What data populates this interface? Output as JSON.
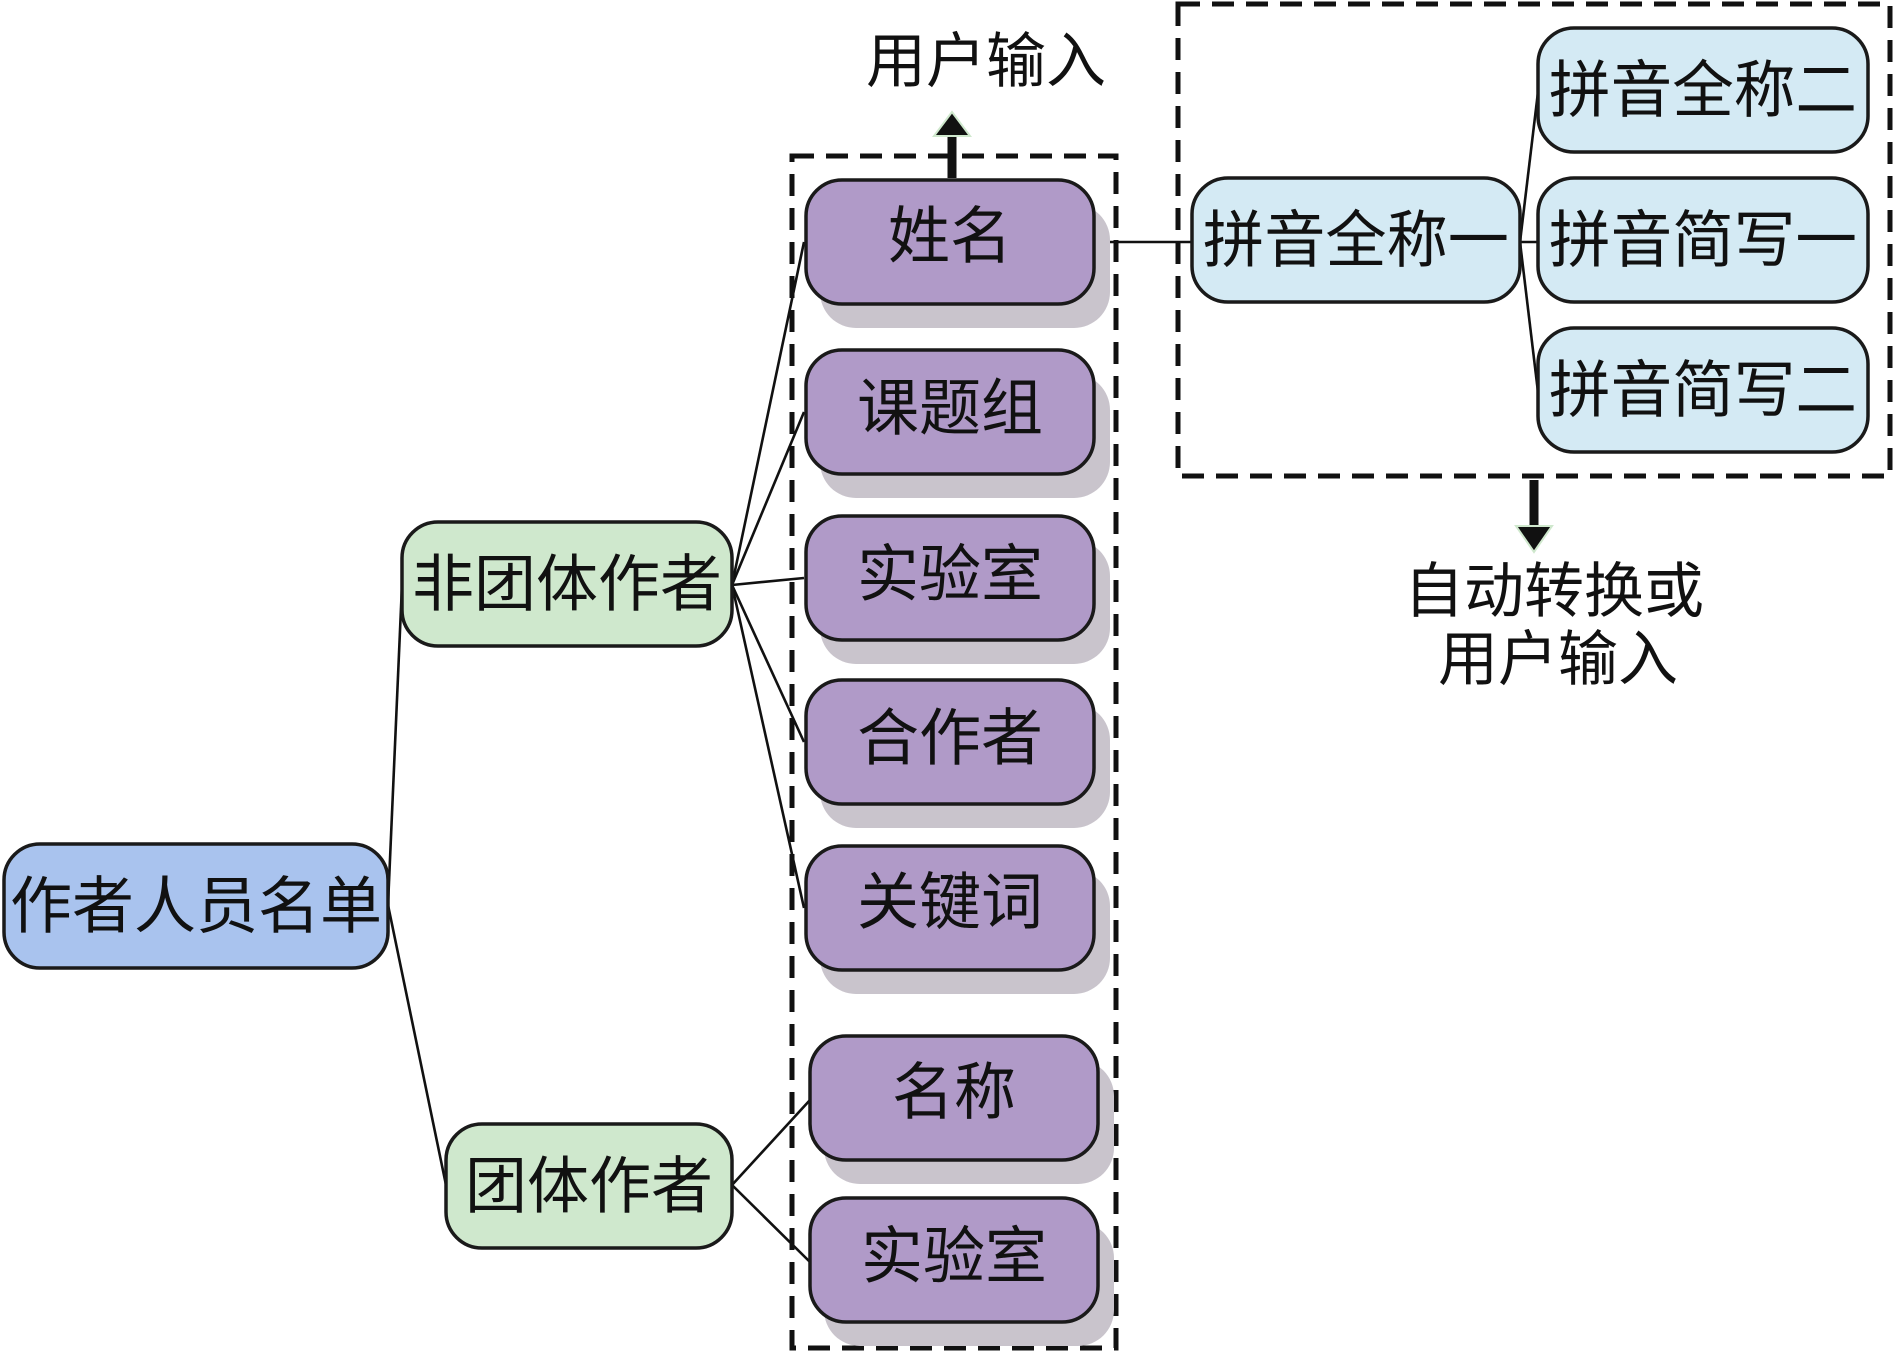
{
  "colors": {
    "root": "#a9c3ee",
    "category": "#cfe8cd",
    "attribute": "#b09ac8",
    "pinyin": "#d4eaf4"
  },
  "root": {
    "label": "作者人员名单"
  },
  "categories": {
    "individual": {
      "label": "非团体作者"
    },
    "group": {
      "label": "团体作者"
    }
  },
  "attributes": [
    {
      "label": "姓名"
    },
    {
      "label": "课题组"
    },
    {
      "label": "实验室"
    },
    {
      "label": "合作者"
    },
    {
      "label": "关键词"
    },
    {
      "label": "名称"
    },
    {
      "label": "实验室"
    }
  ],
  "pinyin": {
    "full_1": "拼音全称一",
    "full_2": "拼音全称二",
    "abbr_1": "拼音简写一",
    "abbr_2": "拼音简写二"
  },
  "notes": {
    "user_input": "用户输入",
    "auto_line1": "自动转换或",
    "auto_line2": "用户输入"
  }
}
